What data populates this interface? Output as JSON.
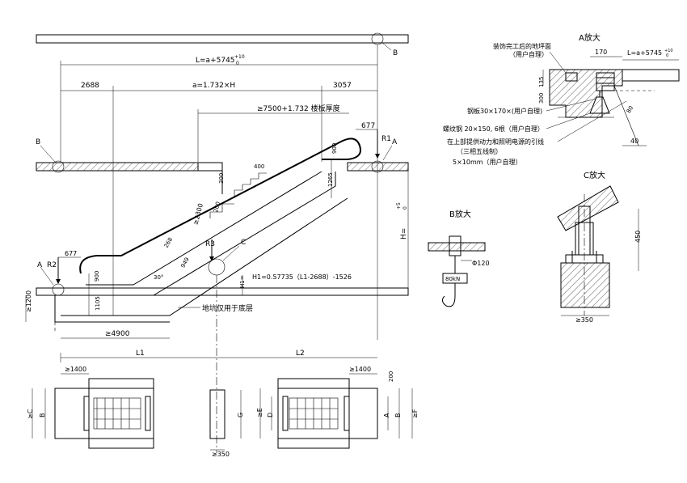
{
  "labels": {
    "L_total": "L=a+5745",
    "L_total_tol_top": "+10",
    "L_total_tol_bot": "0",
    "left_len": "2688",
    "a_formula": "a=1.732×H",
    "right_len": "3057",
    "floor_thick": "≥7500+1.732  楼板厚度",
    "d677_top": "677",
    "d677_bot": "677",
    "R1": "R1",
    "R2": "R2",
    "R3": "R3",
    "A_top": "A",
    "A_bot": "A",
    "B_topright": "B",
    "B_left": "B",
    "C_mid": "C",
    "d900_top": "900",
    "d1265": "1265",
    "d400": "400",
    "d300": "300",
    "d2300": "≥2300",
    "d200": "200",
    "d268": "268",
    "d949": "949",
    "d30deg": "30°",
    "d900_bot": "900",
    "d1105": "1105",
    "H1_label": "H1=",
    "H1_formula": "H1=0.57735（L1-2688）-1526",
    "H_label": "H=",
    "H_tol_top": "+5",
    "H_tol_bot": "0",
    "d1200": "≥1200",
    "pit_note": "地坑仅用于底层",
    "d4900": "≥4900",
    "L1": "L1",
    "L2": "L2",
    "d1400_left": "≥1400",
    "d1400_right": "≥1400",
    "dC_left": "≥C",
    "dB_left": "B",
    "dG": "G",
    "dE": "≥E",
    "dD": "D",
    "dA_plan": "A",
    "dB_plan": "B",
    "dF": "≥F",
    "d200_plan": "200",
    "d350_plan": "≥350"
  },
  "detailA": {
    "title": "A放大",
    "note_floor": "装饰完工后的地坪面",
    "note_floor_sub": "（用户自理）",
    "d170": "170",
    "L_total": "L=a+5745",
    "tol_top": "+10",
    "tol_bot": "0",
    "d135": "135",
    "d300": "300",
    "note_steel": "钢板30×170×(用户自理)",
    "note_bolt": "螺纹钢 20×150, 6根（用户自理）",
    "note_power": "在上部提供动力和照明电源的引线",
    "note_power_sub": "（三相五线制）",
    "note_size": "5×10mm（用户自理）",
    "d40": "40",
    "d80": "80"
  },
  "detailB": {
    "title": "B放大",
    "phi": "Φ120",
    "load": "80kN"
  },
  "detailC": {
    "title": "C放大",
    "d450": "450",
    "d350": "≥350"
  }
}
